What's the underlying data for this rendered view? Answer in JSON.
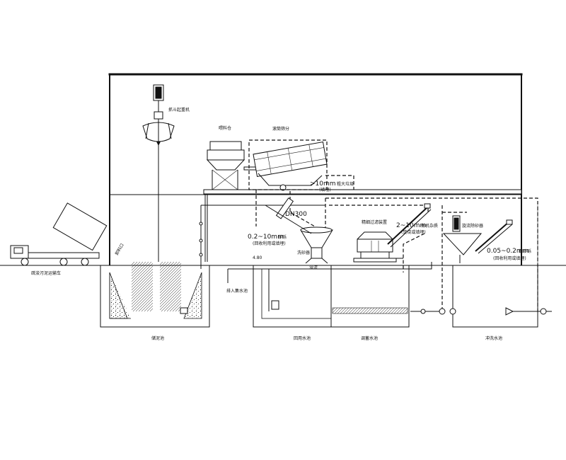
{
  "labels": {
    "crane": "抓斗起重机",
    "feeder": "喂料仓",
    "drum_screen": "滚筒筛分",
    "coarse_size": ">10mm",
    "coarse_desc": "粗大垃圾",
    "coarse_note": "(填埋)",
    "dn": "DN300",
    "sand_size": "0.2~10mm",
    "sand_desc": "砂砾",
    "sand_note": "(回收利用或填埋)",
    "sand_washer": "洗砂器",
    "fine_screen": "精细过滤装置",
    "organic_size": "2~10mm",
    "organic_desc": "有机杂质",
    "organic_note": "(焚烧或填埋)",
    "fine_sand_sep": "旋流除砂器",
    "fine_size": "0.05~0.2mm",
    "fine_desc": "细砂砾",
    "fine_note": "(回收利用或填埋)",
    "truck": "疏浚污泥运输车",
    "unload": "卸料口",
    "inflow": "排入集水池",
    "elev": "4.80",
    "overflow": "溢流",
    "tank1": "储泥池",
    "tank2": "回用水池",
    "tank3": "调蓄水池",
    "tank4": "冲洗水池"
  }
}
